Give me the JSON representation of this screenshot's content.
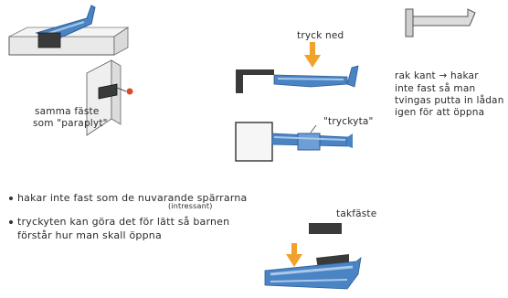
{
  "labels": {
    "same_mount": [
      "samma fäste",
      "som \"paraplyt\""
    ],
    "press_down": "tryck ned",
    "press_surface": "\"tryckyta\"",
    "straight_edge": [
      "rak kant",
      "→",
      "hakar"
    ],
    "straight_edge_note": [
      "inte fast så man",
      "tvingas putta in lådan",
      "igen för att öppna"
    ],
    "ceiling_mount": "takfäste",
    "interesting": "(intressant)"
  },
  "bullets": [
    {
      "lines": [
        "hakar inte fast som de nuvarande spärrarna"
      ]
    },
    {
      "lines": [
        "tryckyten kan göra det för lätt så barnen",
        "förstår hur man skall öppna"
      ]
    }
  ],
  "colors": {
    "blue": "#4a84c4",
    "blue_light": "#a9c8ea",
    "orange": "#f0a22a",
    "gray": "#cfcfcf",
    "dark": "#3a3a3a",
    "red": "#d94a2a"
  }
}
